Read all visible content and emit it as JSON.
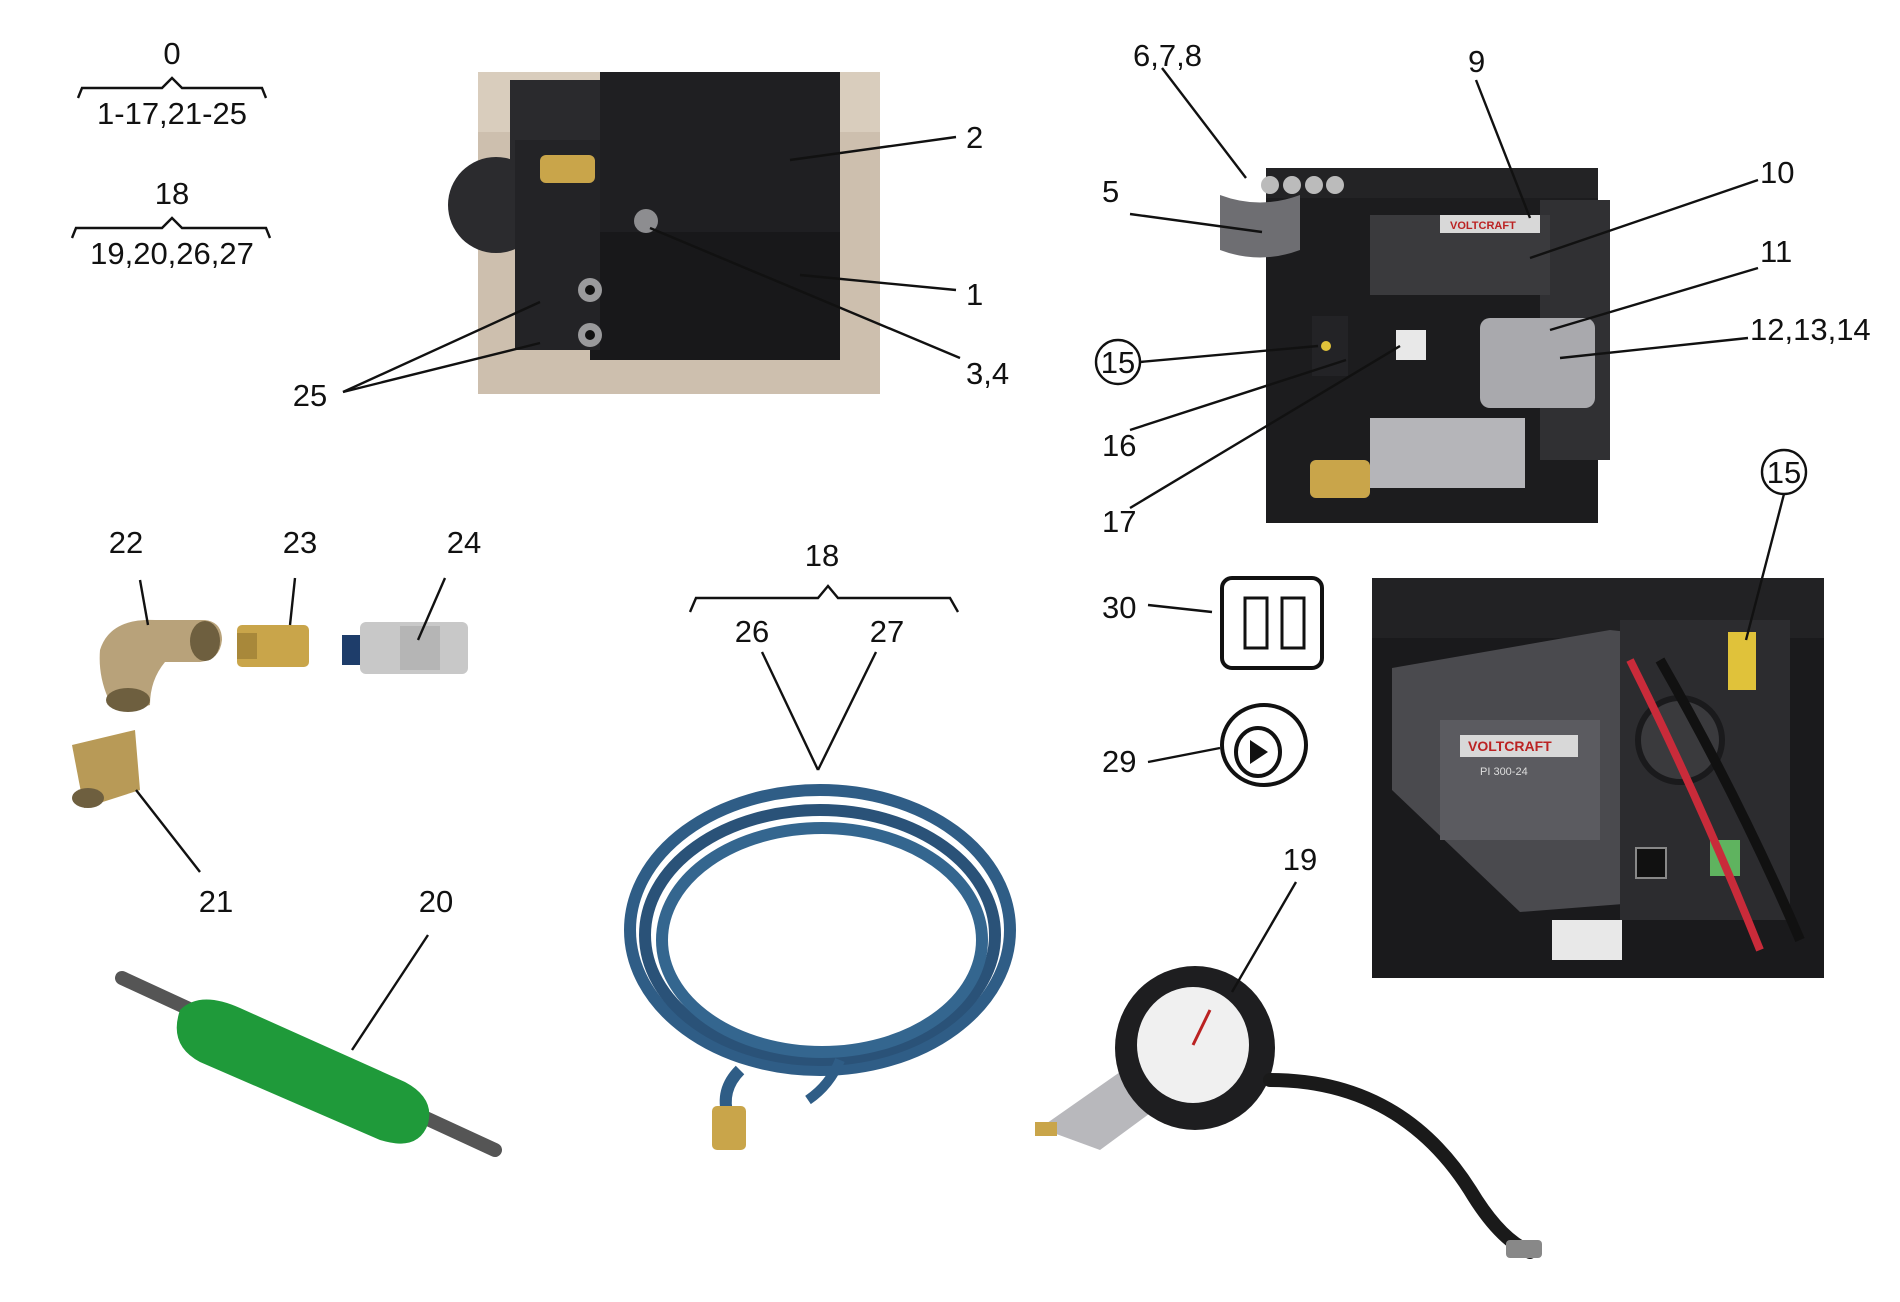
{
  "legend": {
    "group_0": {
      "parent": "0",
      "children": "1-17,21-25"
    },
    "group_18": {
      "parent": "18",
      "children": "19,20,26,27"
    }
  },
  "callouts": {
    "c1": "1",
    "c2": "2",
    "c3_4": "3,4",
    "c5": "5",
    "c6_8": "6,7,8",
    "c9": "9",
    "c10": "10",
    "c11": "11",
    "c12_14": "12,13,14",
    "c15a": "15",
    "c15b": "15",
    "c16": "16",
    "c17": "17",
    "c18": "18",
    "c19": "19",
    "c20": "20",
    "c21": "21",
    "c22": "22",
    "c23": "23",
    "c24": "24",
    "c25": "25",
    "c26": "26",
    "c27": "27",
    "c29": "29",
    "c30": "30"
  },
  "brand": {
    "name": "VOLTCRAFT",
    "model": "PI 300-24"
  },
  "colors": {
    "hose": "#2f5d86",
    "tool_green": "#1f9a3a",
    "brass": "#c9a54a",
    "housing": "#1c1c1e"
  }
}
